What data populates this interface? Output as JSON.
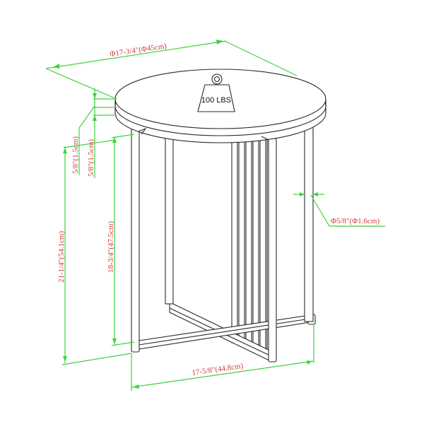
{
  "drawing": {
    "subject": "Round end table with X-base and vertical slat legs",
    "colors": {
      "line": "#2a2a2a",
      "dimension_line": "#3ed23e",
      "dimension_text": "#d23a3a",
      "background": "#ffffff"
    },
    "weight_badge": {
      "label": "100 LBS",
      "icon": "weight-icon"
    },
    "dimensions": {
      "top_diameter": "Φ17-3/4\"(Φ45cm)",
      "top_thickness_upper": "5/8\"(1.5cm)",
      "top_thickness_lower": "5/8\"(1.5cm)",
      "total_height": "21-1/4\"(54.1cm)",
      "frame_height": "18-3/4\"(47.5cm)",
      "leg_diameter": "Φ5/8\"(Φ1.6cm)",
      "base_width": "17-5/8\"(44.8cm)"
    }
  }
}
